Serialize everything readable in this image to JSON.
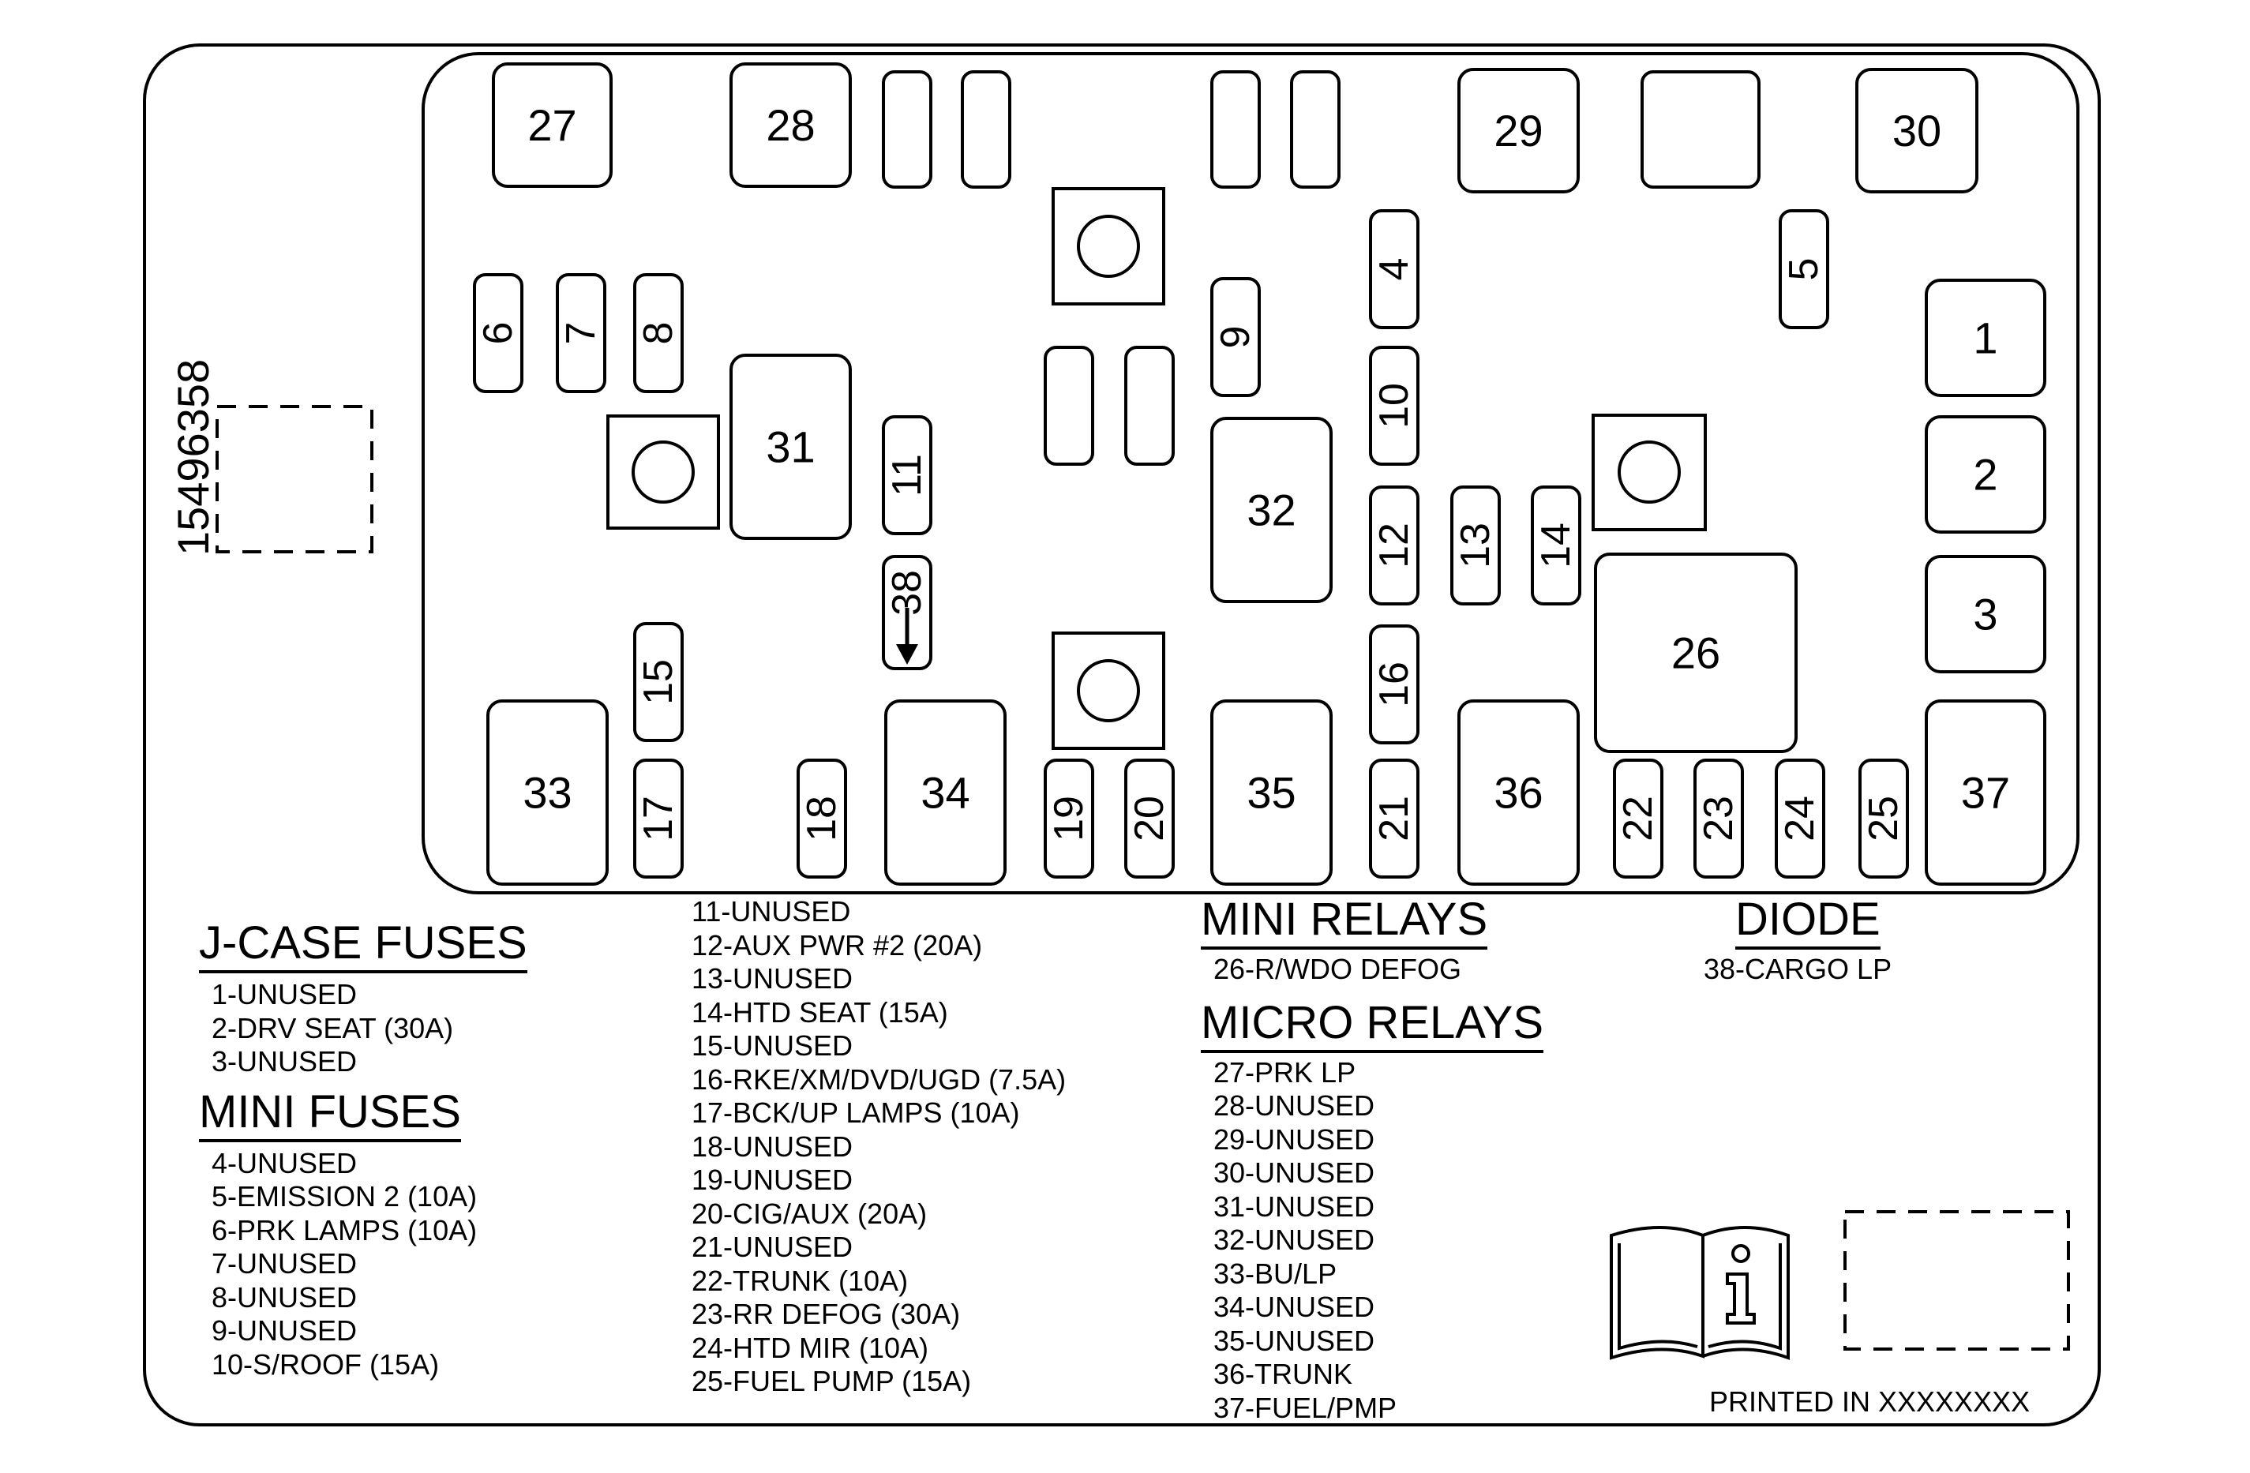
{
  "part_number": "15496358",
  "printed_in": "PRINTED IN XXXXXXXX",
  "icons": {
    "manual": "manual-info-icon"
  },
  "slots": [
    {
      "id": "27",
      "label": "27"
    },
    {
      "id": "28",
      "label": "28"
    },
    {
      "id": "29",
      "label": "29"
    },
    {
      "id": "30",
      "label": "30"
    },
    {
      "id": "1",
      "label": "1"
    },
    {
      "id": "2",
      "label": "2"
    },
    {
      "id": "3",
      "label": "3"
    },
    {
      "id": "31",
      "label": "31"
    },
    {
      "id": "32",
      "label": "32"
    },
    {
      "id": "26",
      "label": "26"
    },
    {
      "id": "33",
      "label": "33"
    },
    {
      "id": "34",
      "label": "34"
    },
    {
      "id": "35",
      "label": "35"
    },
    {
      "id": "36",
      "label": "36"
    },
    {
      "id": "37",
      "label": "37"
    },
    {
      "id": "4",
      "label": "4"
    },
    {
      "id": "5",
      "label": "5"
    },
    {
      "id": "6",
      "label": "6"
    },
    {
      "id": "7",
      "label": "7"
    },
    {
      "id": "8",
      "label": "8"
    },
    {
      "id": "9",
      "label": "9"
    },
    {
      "id": "10",
      "label": "10"
    },
    {
      "id": "11",
      "label": "11"
    },
    {
      "id": "12",
      "label": "12"
    },
    {
      "id": "13",
      "label": "13"
    },
    {
      "id": "14",
      "label": "14"
    },
    {
      "id": "15",
      "label": "15"
    },
    {
      "id": "16",
      "label": "16"
    },
    {
      "id": "17",
      "label": "17"
    },
    {
      "id": "18",
      "label": "18"
    },
    {
      "id": "19",
      "label": "19"
    },
    {
      "id": "20",
      "label": "20"
    },
    {
      "id": "21",
      "label": "21"
    },
    {
      "id": "22",
      "label": "22"
    },
    {
      "id": "23",
      "label": "23"
    },
    {
      "id": "24",
      "label": "24"
    },
    {
      "id": "25",
      "label": "25"
    },
    {
      "id": "38",
      "label": "38"
    }
  ],
  "legend": {
    "jcase": {
      "title": "J-CASE FUSES",
      "items": [
        "1-UNUSED",
        "2-DRV SEAT (30A)",
        "3-UNUSED"
      ]
    },
    "mini_fuses": {
      "title": "MINI FUSES",
      "items": [
        "4-UNUSED",
        "5-EMISSION 2 (10A)",
        "6-PRK LAMPS (10A)",
        "7-UNUSED",
        "8-UNUSED",
        "9-UNUSED",
        "10-S/ROOF (15A)"
      ]
    },
    "mini_fuses_cont": {
      "items": [
        "11-UNUSED",
        "12-AUX PWR #2 (20A)",
        "13-UNUSED",
        "14-HTD SEAT (15A)",
        "15-UNUSED",
        "16-RKE/XM/DVD/UGD (7.5A)",
        "17-BCK/UP LAMPS (10A)",
        "18-UNUSED",
        "19-UNUSED",
        "20-CIG/AUX (20A)",
        "21-UNUSED",
        "22-TRUNK (10A)",
        "23-RR DEFOG (30A)",
        "24-HTD MIR (10A)",
        "25-FUEL PUMP (15A)"
      ]
    },
    "mini_relays": {
      "title": "MINI RELAYS",
      "items": [
        "26-R/WDO DEFOG"
      ]
    },
    "micro_relays": {
      "title": "MICRO RELAYS",
      "items": [
        "27-PRK LP",
        "28-UNUSED",
        "29-UNUSED",
        "30-UNUSED",
        "31-UNUSED",
        "32-UNUSED",
        "33-BU/LP",
        "34-UNUSED",
        "35-UNUSED",
        "36-TRUNK",
        "37-FUEL/PMP"
      ]
    },
    "diode": {
      "title": "DIODE",
      "items": [
        "38-CARGO LP"
      ]
    }
  }
}
